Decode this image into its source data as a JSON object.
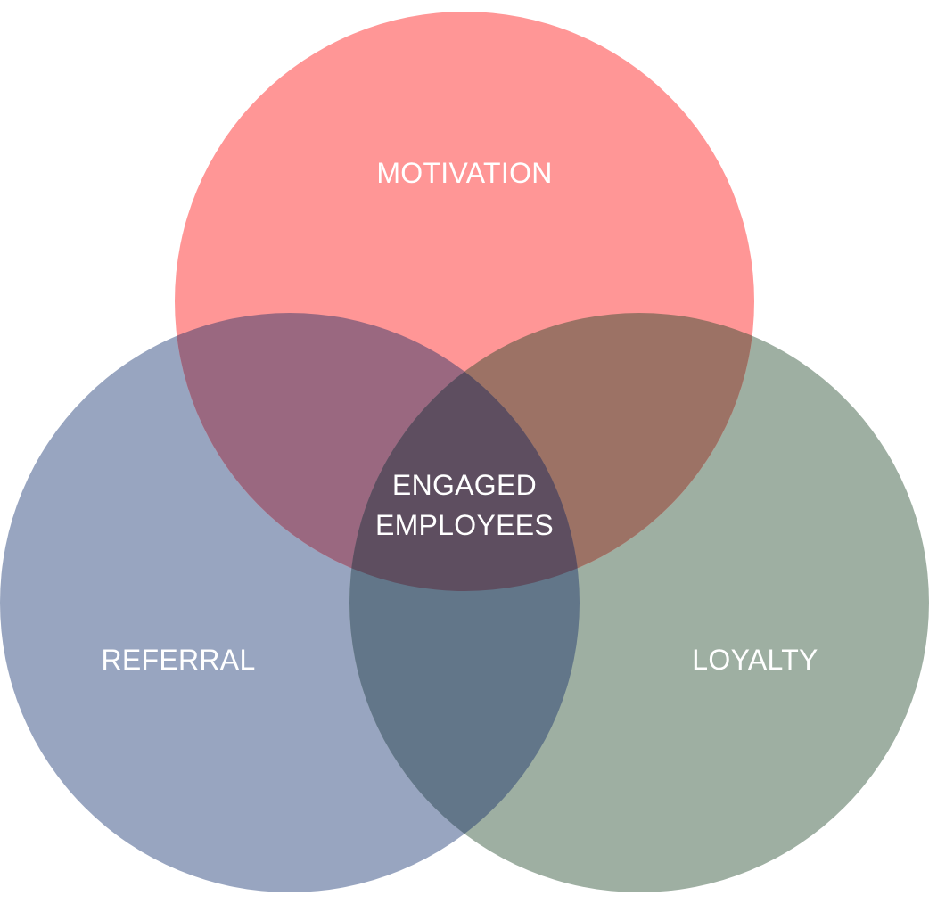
{
  "diagram": {
    "type": "venn-3",
    "sets": [
      {
        "key": "motivation",
        "label": "MOTIVATION",
        "color": "#ff9696"
      },
      {
        "key": "referral",
        "label": "REFERRAL",
        "color": "#98a5c0"
      },
      {
        "key": "loyalty",
        "label": "LOYALTY",
        "color": "#9eafa2"
      }
    ],
    "regions": {
      "motivation_referral": {
        "color": "#9a6880"
      },
      "motivation_loyalty": {
        "color": "#9c7265"
      },
      "referral_loyalty": {
        "color": "#627689"
      },
      "center": {
        "label_line1": "ENGAGED",
        "label_line2": "EMPLOYEES",
        "color": "#5e4e60"
      }
    }
  }
}
